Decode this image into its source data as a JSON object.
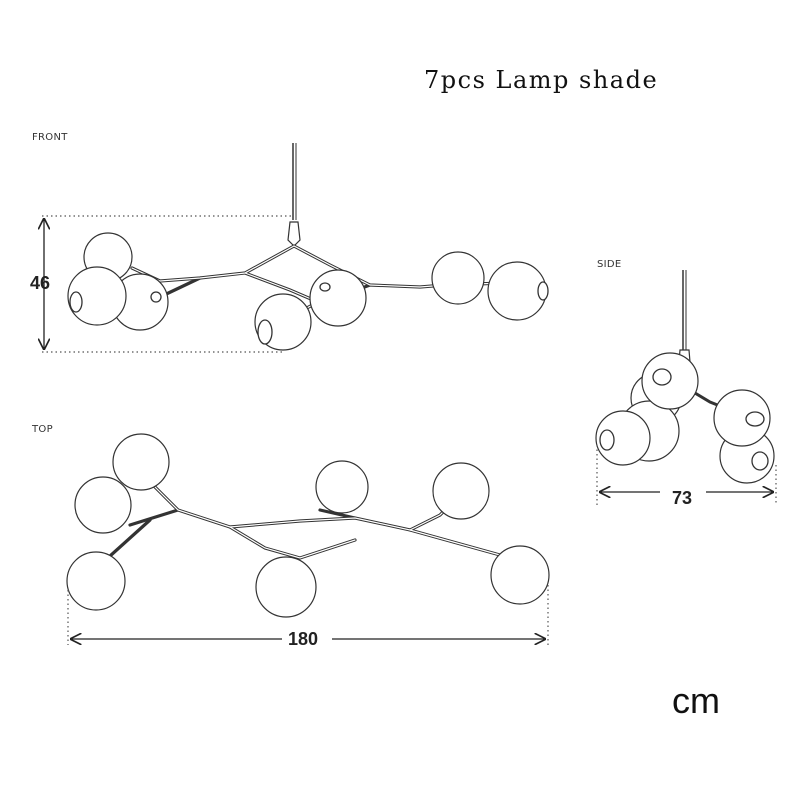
{
  "title": "7pcs Lamp shade",
  "views": {
    "front": "FRONT",
    "top": "TOP",
    "side": "SIDE"
  },
  "dimensions": {
    "height": "46",
    "width": "180",
    "depth": "73"
  },
  "unit": "cm"
}
